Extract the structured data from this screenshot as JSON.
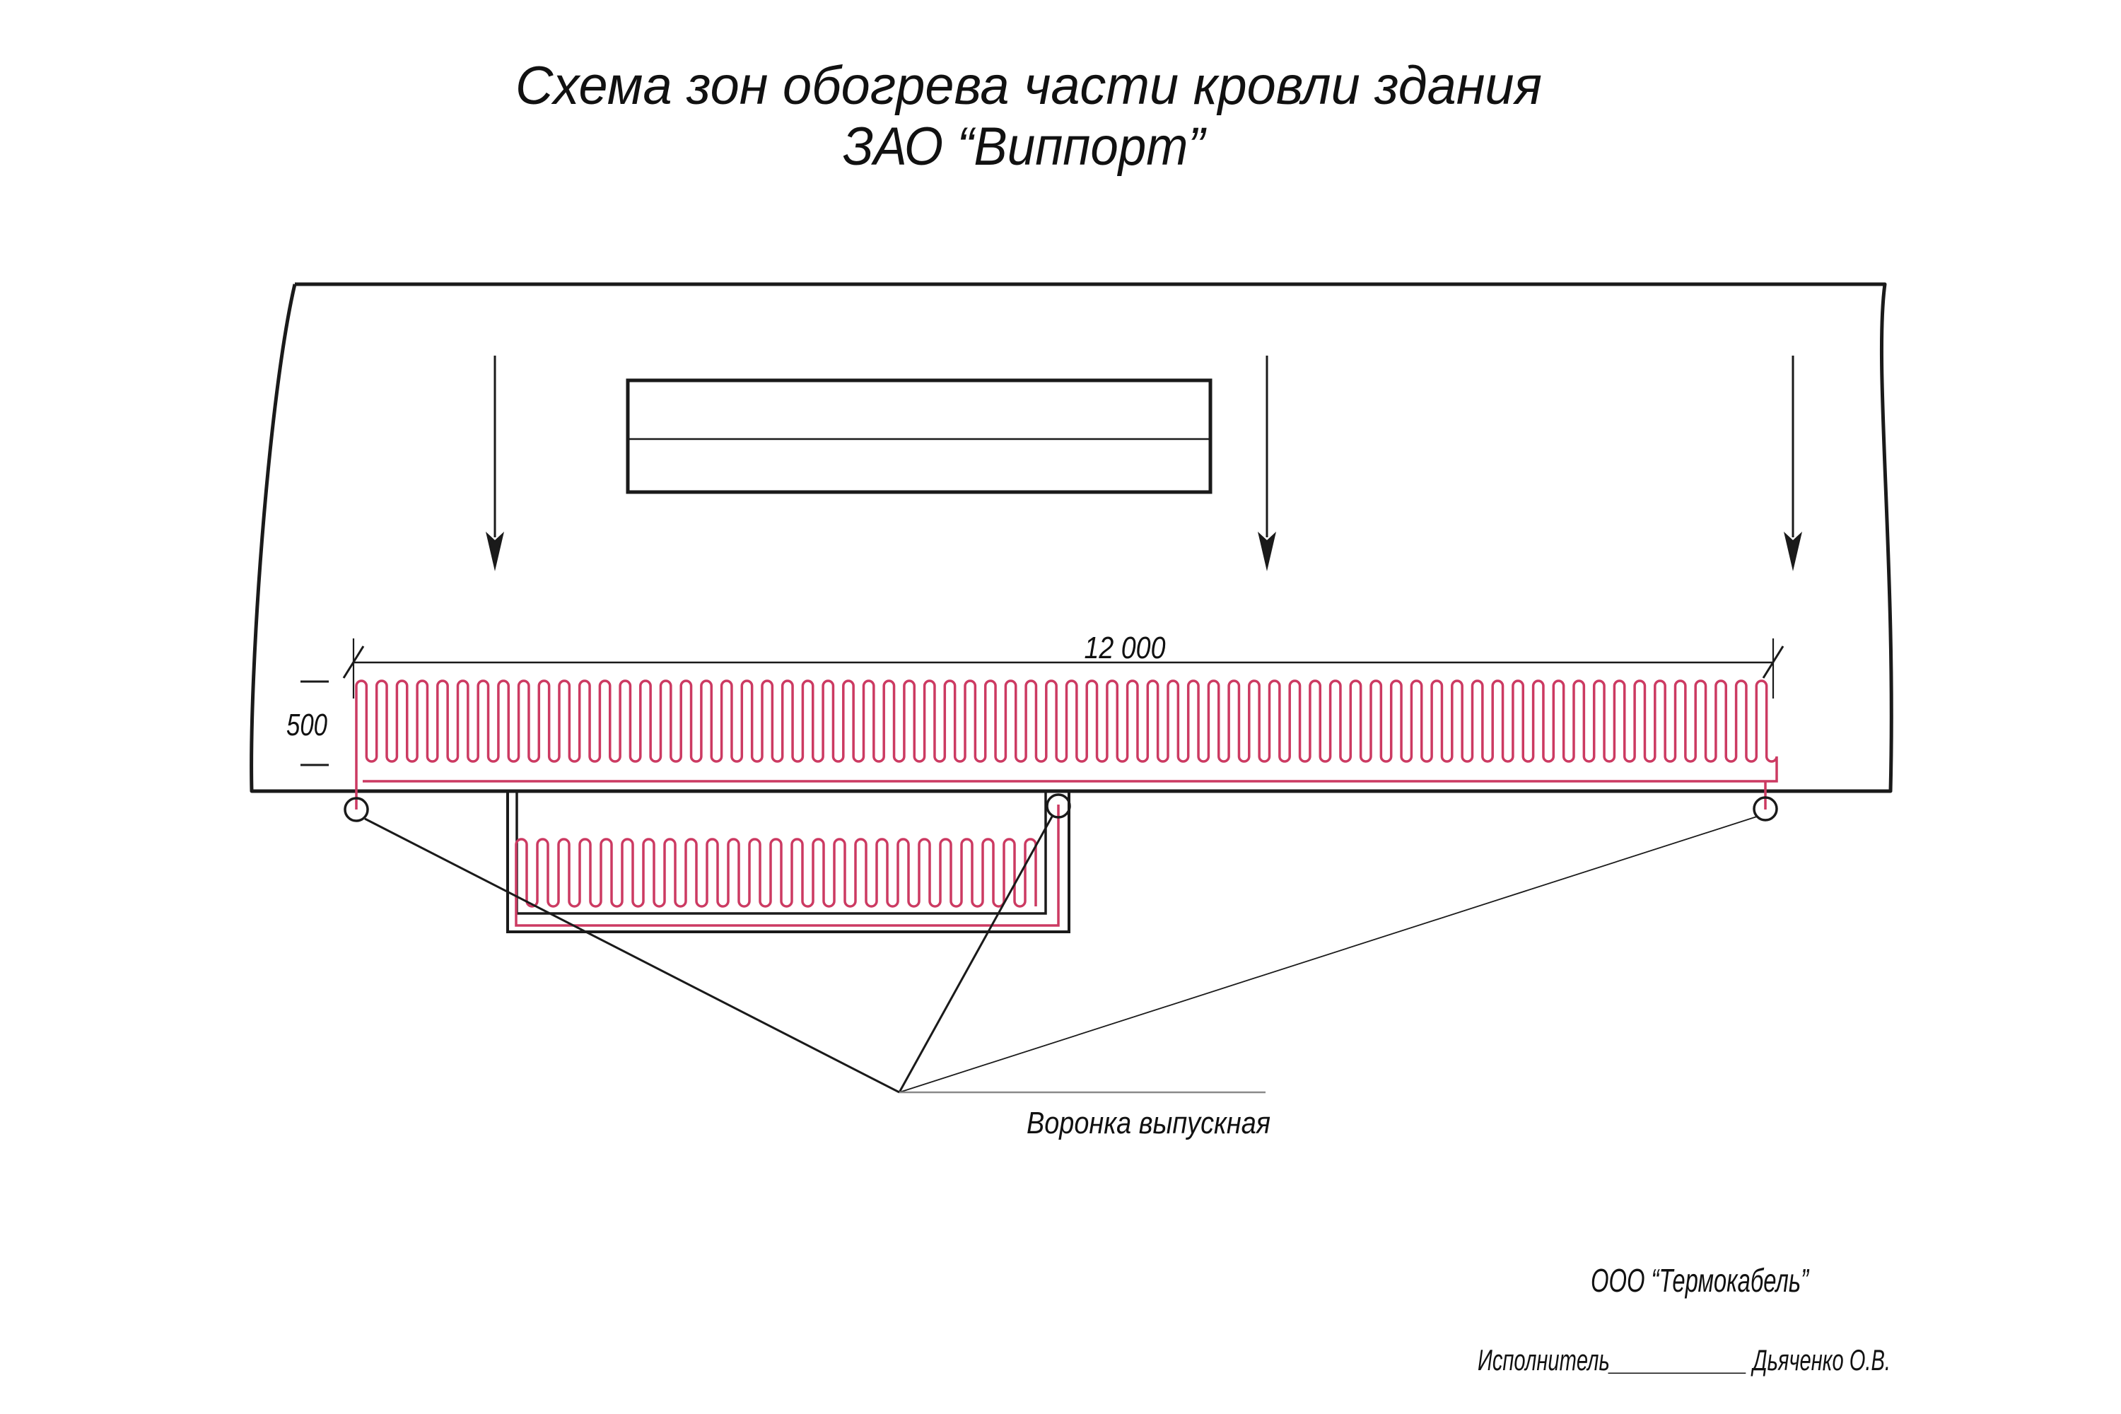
{
  "title": {
    "line1": "Схема зон обогрева части кровли здания",
    "line2": "ЗАО “Виппорт”"
  },
  "dimensions": {
    "length_label": "12 000",
    "width_label": "500"
  },
  "labels": {
    "drain_funnel": "Воронка выпускная"
  },
  "footer": {
    "company": "ООО “Термокабель”",
    "executor_line": "Исполнитель____________ Дьяченко О.В."
  },
  "colors": {
    "cable": "#cc3a62",
    "line": "#1a1a1a",
    "leader": "#8a8a8a"
  }
}
